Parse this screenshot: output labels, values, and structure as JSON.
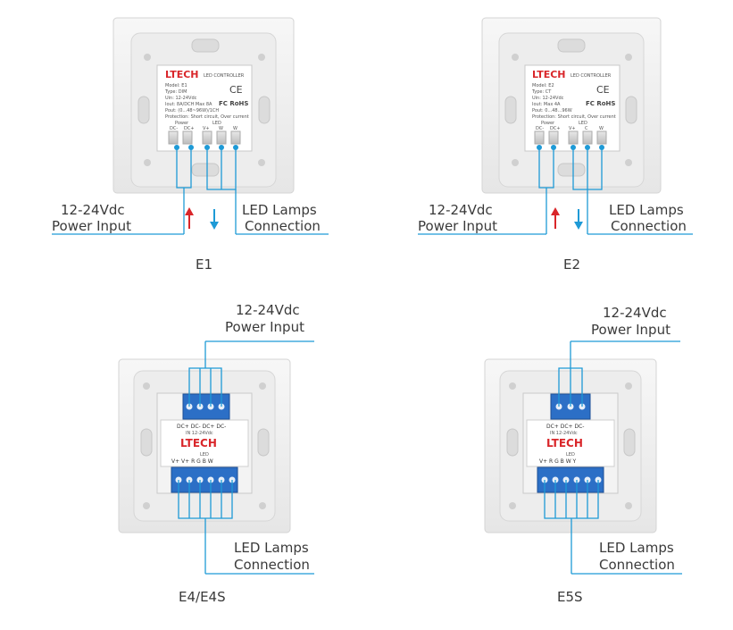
{
  "brand": "LTECH",
  "colors": {
    "wire": "#1e9ad6",
    "arrow_up": "#d9262a",
    "arrow_down": "#1e9ad6",
    "terminal": "#2c6fc6"
  },
  "panels": [
    {
      "caption": "E1",
      "input_label": [
        "12-24Vdc",
        "Power Input"
      ],
      "output_label": [
        "LED Lamps",
        "Connection"
      ],
      "label_sub": "LED CONTROLLER",
      "spec_lines": [
        "Model: E1",
        "Type: DIM",
        "Uin:  12-24Vdc",
        "Iout:  8A/DCH   Max 8A",
        "Pout: (0...48~96W)/1CH",
        "Protection: Short circuit, Over current"
      ],
      "marks": [
        "CE",
        "FC RoHS"
      ],
      "term_top": [
        "Power",
        "LED"
      ],
      "term_bot": [
        "DC-",
        "DC+",
        "V+",
        "W",
        "W"
      ]
    },
    {
      "caption": "E2",
      "input_label": [
        "12-24Vdc",
        "Power Input"
      ],
      "output_label": [
        "LED Lamps",
        "Connection"
      ],
      "label_sub": "LED CONTROLLER",
      "spec_lines": [
        "Model: E2",
        "Type: CT",
        "Uin:  12-24Vdc",
        "Iout:  Max 4A",
        "Pout: 0...48...96W",
        "Protection: Short circuit, Over current"
      ],
      "marks": [
        "CE",
        "FC RoHS"
      ],
      "term_top": [
        "Power",
        "LED"
      ],
      "term_bot": [
        "DC-",
        "DC+",
        "V+",
        "C",
        "W"
      ]
    },
    {
      "caption": "E4/E4S",
      "input_label": [
        "12-24Vdc",
        "Power Input"
      ],
      "output_label": [
        "LED Lamps",
        "Connection"
      ],
      "in_terms": "DC+  DC-  DC+  DC-",
      "in_sub": "IN 12-24Vdc",
      "out_head": "LED",
      "out_terms": "V+  V+  R  G  B  W"
    },
    {
      "caption": "E5S",
      "input_label": [
        "12-24Vdc",
        "Power Input"
      ],
      "output_label": [
        "LED Lamps",
        "Connection"
      ],
      "in_terms": "DC+  DC+  DC-",
      "in_sub": "IN 12-24Vdc",
      "out_head": "LED",
      "out_terms": "V+  R  G  B  W  Y"
    }
  ]
}
